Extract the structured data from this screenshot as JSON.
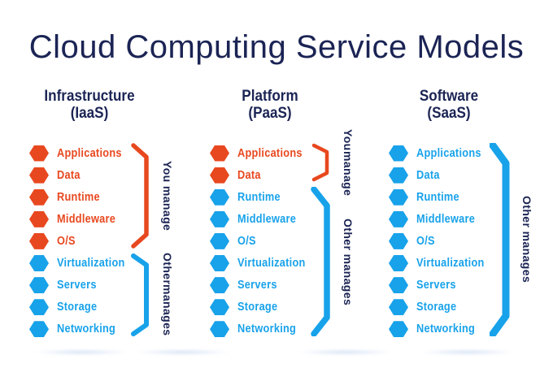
{
  "title": "Cloud Computing Service Models",
  "colors": {
    "navy": "#1B2454",
    "orange": "#E8481F",
    "blue": "#18A2EA"
  },
  "columns": [
    {
      "id": "iaas",
      "heading": "Infrastructure",
      "subheading": "(IaaS)",
      "items": [
        {
          "label": "Applications",
          "color": "orange"
        },
        {
          "label": "Data",
          "color": "orange"
        },
        {
          "label": "Runtime",
          "color": "orange"
        },
        {
          "label": "Middleware",
          "color": "orange"
        },
        {
          "label": "O/S",
          "color": "orange"
        },
        {
          "label": "Virtualization",
          "color": "blue"
        },
        {
          "label": "Servers",
          "color": "blue"
        },
        {
          "label": "Storage",
          "color": "blue"
        },
        {
          "label": "Networking",
          "color": "blue"
        }
      ],
      "brackets": [
        {
          "lines": [
            "You manage"
          ],
          "color": "orange",
          "from": 0,
          "to": 4
        },
        {
          "lines": [
            "Other",
            "manages"
          ],
          "color": "blue",
          "from": 5,
          "to": 8
        }
      ]
    },
    {
      "id": "paas",
      "heading": "Platform",
      "subheading": "(PaaS)",
      "items": [
        {
          "label": "Applications",
          "color": "orange"
        },
        {
          "label": "Data",
          "color": "orange"
        },
        {
          "label": "Runtime",
          "color": "blue"
        },
        {
          "label": "Middleware",
          "color": "blue"
        },
        {
          "label": "O/S",
          "color": "blue"
        },
        {
          "label": "Virtualization",
          "color": "blue"
        },
        {
          "label": "Servers",
          "color": "blue"
        },
        {
          "label": "Storage",
          "color": "blue"
        },
        {
          "label": "Networking",
          "color": "blue"
        }
      ],
      "brackets": [
        {
          "lines": [
            "You",
            "manage"
          ],
          "color": "orange",
          "from": 0,
          "to": 1
        },
        {
          "lines": [
            "Other manages"
          ],
          "color": "blue",
          "from": 2,
          "to": 8
        }
      ]
    },
    {
      "id": "saas",
      "heading": "Software",
      "subheading": "(SaaS)",
      "items": [
        {
          "label": "Applications",
          "color": "blue"
        },
        {
          "label": "Data",
          "color": "blue"
        },
        {
          "label": "Runtime",
          "color": "blue"
        },
        {
          "label": "Middleware",
          "color": "blue"
        },
        {
          "label": "O/S",
          "color": "blue"
        },
        {
          "label": "Virtualization",
          "color": "blue"
        },
        {
          "label": "Servers",
          "color": "blue"
        },
        {
          "label": "Storage",
          "color": "blue"
        },
        {
          "label": "Networking",
          "color": "blue"
        }
      ],
      "brackets": [
        {
          "lines": [
            "Other manages"
          ],
          "color": "blue",
          "from": 0,
          "to": 8
        }
      ]
    }
  ]
}
